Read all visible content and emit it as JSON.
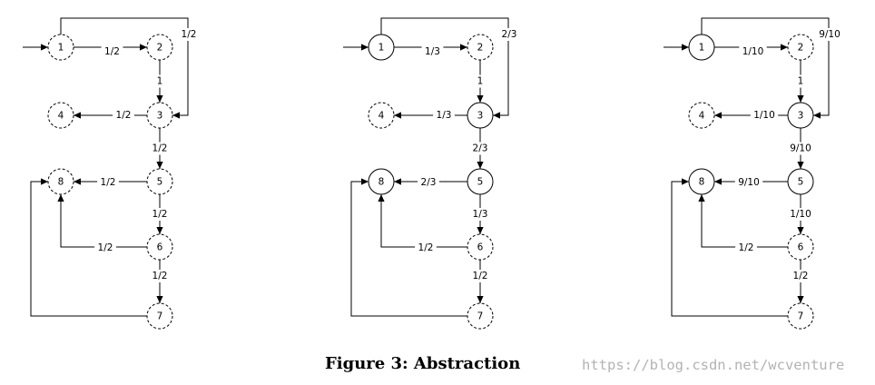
{
  "figure": {
    "caption": "Figure 3: Abstraction",
    "watermark": "https://blog.csdn.net/wcventure"
  },
  "graphs": [
    {
      "nodes": [
        {
          "id": "1",
          "label": "1",
          "style": "dashed"
        },
        {
          "id": "2",
          "label": "2",
          "style": "dashed"
        },
        {
          "id": "3",
          "label": "3",
          "style": "dashed"
        },
        {
          "id": "4",
          "label": "4",
          "style": "dashed"
        },
        {
          "id": "5",
          "label": "5",
          "style": "dashed"
        },
        {
          "id": "6",
          "label": "6",
          "style": "dashed"
        },
        {
          "id": "7",
          "label": "7",
          "style": "dashed"
        },
        {
          "id": "8",
          "label": "8",
          "style": "dashed"
        }
      ],
      "edges": [
        {
          "from": "1",
          "to": "2",
          "label": "1/2"
        },
        {
          "from": "1",
          "to": "3",
          "label": "1/2"
        },
        {
          "from": "2",
          "to": "3",
          "label": "1"
        },
        {
          "from": "3",
          "to": "4",
          "label": "1/2"
        },
        {
          "from": "3",
          "to": "5",
          "label": "1/2"
        },
        {
          "from": "5",
          "to": "8",
          "label": "1/2"
        },
        {
          "from": "5",
          "to": "6",
          "label": "1/2"
        },
        {
          "from": "6",
          "to": "8",
          "label": "1/2"
        },
        {
          "from": "6",
          "to": "7",
          "label": "1/2"
        },
        {
          "from": "7",
          "to": "8",
          "label": ""
        }
      ]
    },
    {
      "nodes": [
        {
          "id": "1",
          "label": "1",
          "style": "solid"
        },
        {
          "id": "2",
          "label": "2",
          "style": "dashed"
        },
        {
          "id": "3",
          "label": "3",
          "style": "solid"
        },
        {
          "id": "4",
          "label": "4",
          "style": "dashed"
        },
        {
          "id": "5",
          "label": "5",
          "style": "solid"
        },
        {
          "id": "6",
          "label": "6",
          "style": "dashed"
        },
        {
          "id": "7",
          "label": "7",
          "style": "dashed"
        },
        {
          "id": "8",
          "label": "8",
          "style": "solid"
        }
      ],
      "edges": [
        {
          "from": "1",
          "to": "2",
          "label": "1/3"
        },
        {
          "from": "1",
          "to": "3",
          "label": "2/3"
        },
        {
          "from": "2",
          "to": "3",
          "label": "1"
        },
        {
          "from": "3",
          "to": "4",
          "label": "1/3"
        },
        {
          "from": "3",
          "to": "5",
          "label": "2/3"
        },
        {
          "from": "5",
          "to": "8",
          "label": "2/3"
        },
        {
          "from": "5",
          "to": "6",
          "label": "1/3"
        },
        {
          "from": "6",
          "to": "8",
          "label": "1/2"
        },
        {
          "from": "6",
          "to": "7",
          "label": "1/2"
        },
        {
          "from": "7",
          "to": "8",
          "label": ""
        }
      ]
    },
    {
      "nodes": [
        {
          "id": "1",
          "label": "1",
          "style": "solid"
        },
        {
          "id": "2",
          "label": "2",
          "style": "dashed"
        },
        {
          "id": "3",
          "label": "3",
          "style": "solid"
        },
        {
          "id": "4",
          "label": "4",
          "style": "dashed"
        },
        {
          "id": "5",
          "label": "5",
          "style": "solid"
        },
        {
          "id": "6",
          "label": "6",
          "style": "dashed"
        },
        {
          "id": "7",
          "label": "7",
          "style": "dashed"
        },
        {
          "id": "8",
          "label": "8",
          "style": "solid"
        }
      ],
      "edges": [
        {
          "from": "1",
          "to": "2",
          "label": "1/10"
        },
        {
          "from": "1",
          "to": "3",
          "label": "9/10"
        },
        {
          "from": "2",
          "to": "3",
          "label": "1"
        },
        {
          "from": "3",
          "to": "4",
          "label": "1/10"
        },
        {
          "from": "3",
          "to": "5",
          "label": "9/10"
        },
        {
          "from": "5",
          "to": "8",
          "label": "9/10"
        },
        {
          "from": "5",
          "to": "6",
          "label": "1/10"
        },
        {
          "from": "6",
          "to": "8",
          "label": "1/2"
        },
        {
          "from": "6",
          "to": "7",
          "label": "1/2"
        },
        {
          "from": "7",
          "to": "8",
          "label": ""
        }
      ]
    }
  ]
}
